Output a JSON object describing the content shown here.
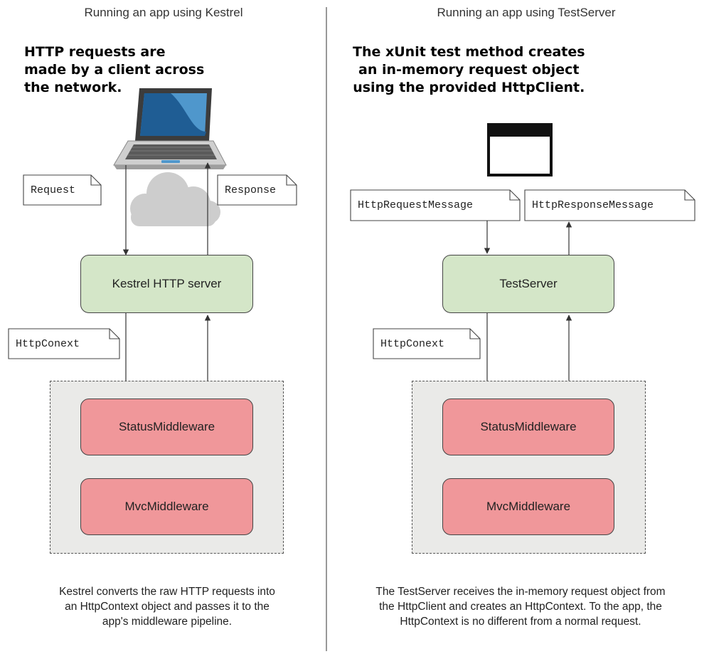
{
  "left": {
    "title": "Running an app using Kestrel",
    "intro": [
      "HTTP requests are",
      "made by a client across",
      "the network."
    ],
    "request_label": "Request",
    "response_label": "Response",
    "server_label": "Kestrel HTTP server",
    "context_label": "HttpConext",
    "middleware": [
      "StatusMiddleware",
      "MvcMiddleware"
    ],
    "caption": [
      "Kestrel converts the raw HTTP requests into",
      "an HttpContext  object and passes it to the",
      "app's middleware pipeline."
    ]
  },
  "right": {
    "title": "Running an app using TestServer",
    "intro": [
      "The xUnit test method creates",
      "an in-memory request object",
      "using the provided HttpClient."
    ],
    "request_label": "HttpRequestMessage",
    "response_label": "HttpResponseMessage",
    "server_label": "TestServer",
    "context_label": "HttpConext",
    "middleware": [
      "StatusMiddleware",
      "MvcMiddleware"
    ],
    "caption": [
      "The TestServer receives the in-memory request object from",
      "the HttpClient and creates an HttpContext. To the app, the",
      "HttpContext is no different from a normal request."
    ]
  },
  "icons": {
    "client": "laptop-icon",
    "network": "cloud-icon",
    "test": "window-icon"
  },
  "colors": {
    "server_fill": "#d4e6c8",
    "middleware_fill": "#f0979a",
    "pipeline_fill": "#eaeae8"
  }
}
